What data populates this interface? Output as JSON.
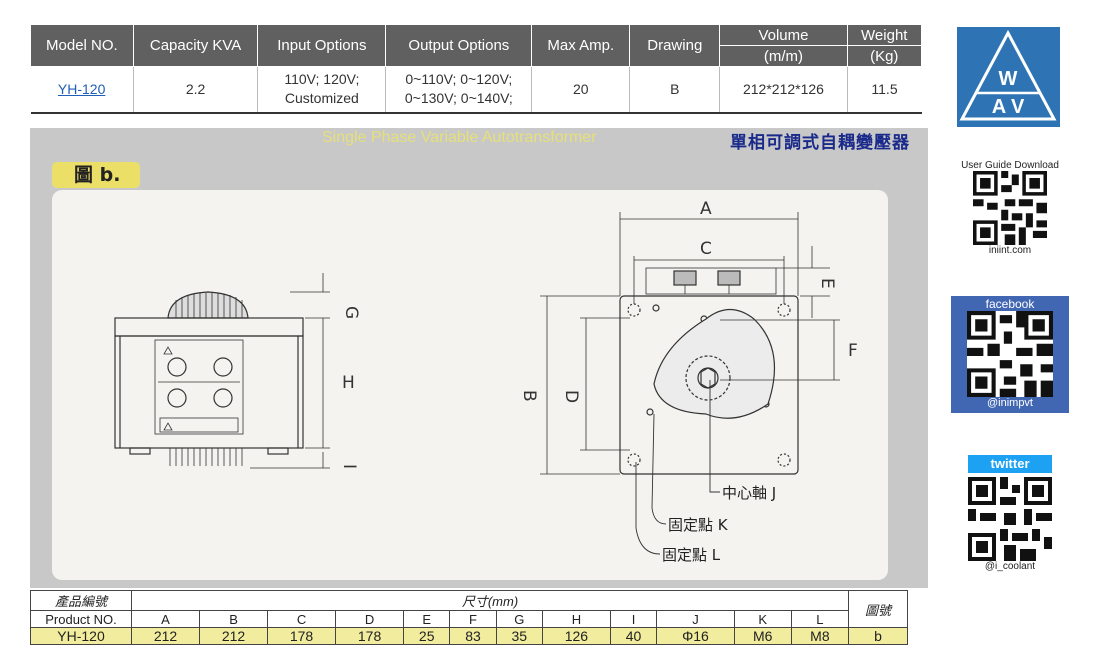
{
  "spec_table": {
    "headers": {
      "model": "Model NO.",
      "capacity": "Capacity KVA",
      "input": "Input Options",
      "output": "Output Options",
      "max_amp": "Max Amp.",
      "drawing": "Drawing",
      "volume": "Volume",
      "volume_unit": "(m/m)",
      "weight": "Weight",
      "weight_unit": "(Kg)"
    },
    "row": {
      "model": "YH-120",
      "capacity": "2.2",
      "input_line1": "110V; 120V;",
      "input_line2": "Customized",
      "output_line1": "0~110V; 0~120V;",
      "output_line2": "0~130V; 0~140V;",
      "max_amp": "20",
      "drawing": "B",
      "volume": "212*212*126",
      "weight": "11.5"
    }
  },
  "drawing": {
    "heading_en": "Single Phase Variable Autotransformer",
    "heading_zh": "單相可調式自耦變壓器",
    "figure_label": "圖 b.",
    "dim_labels": {
      "A": "A",
      "B": "B",
      "C": "C",
      "D": "D",
      "E": "E",
      "F": "F",
      "G": "G",
      "H": "H",
      "I": "I"
    },
    "callouts": {
      "center_shaft": "中心軸 J",
      "fix_point_k": "固定點 K",
      "fix_point_l": "固定點 L"
    }
  },
  "dimension_table": {
    "product_label_zh": "產品編號",
    "dimension_label": "尺寸(mm)",
    "chart_no_label": "圖號",
    "product_label_en": "Product NO.",
    "columns": [
      "A",
      "B",
      "C",
      "D",
      "E",
      "F",
      "G",
      "H",
      "I",
      "J",
      "K",
      "L"
    ],
    "row": {
      "product": "YH-120",
      "values": [
        "212",
        "212",
        "178",
        "178",
        "25",
        "83",
        "35",
        "126",
        "40",
        "Φ16",
        "M6",
        "M8"
      ],
      "chart_no": "b"
    }
  },
  "sidebar": {
    "logo_top": "W",
    "logo_bottom": "A V",
    "user_guide": "User Guide Download",
    "site": "iniint.com",
    "facebook_title": "facebook",
    "facebook_handle": "@inimpvt",
    "twitter_title": "twitter",
    "twitter_handle": "@i_coolant"
  },
  "colors": {
    "header_gray": "#606060",
    "panel_gray": "#c8c8c8",
    "label_yellow": "#ecdf68",
    "table_yellow": "#f2ec9e",
    "logo_blue": "#2e74b5",
    "facebook_blue": "#4267b2",
    "twitter_blue": "#1da1f2"
  }
}
